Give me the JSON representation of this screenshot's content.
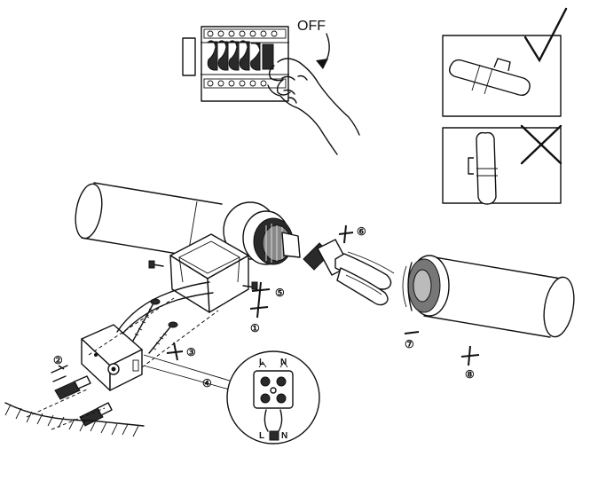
{
  "breaker": {
    "off_label": "OFF"
  },
  "steps": {
    "s1": "①",
    "s2": "②",
    "s3": "③",
    "s4": "④",
    "s5": "⑤",
    "s6": "⑥",
    "s7": "⑦",
    "s8": "⑧"
  },
  "terminals": {
    "top_l": "L",
    "top_n": "N",
    "bottom_l": "L",
    "bottom_n": "N"
  },
  "icons": {
    "check": "check-mark-icon",
    "cross": "cross-mark-icon",
    "screwdriver": "screwdriver-cross-icon"
  }
}
